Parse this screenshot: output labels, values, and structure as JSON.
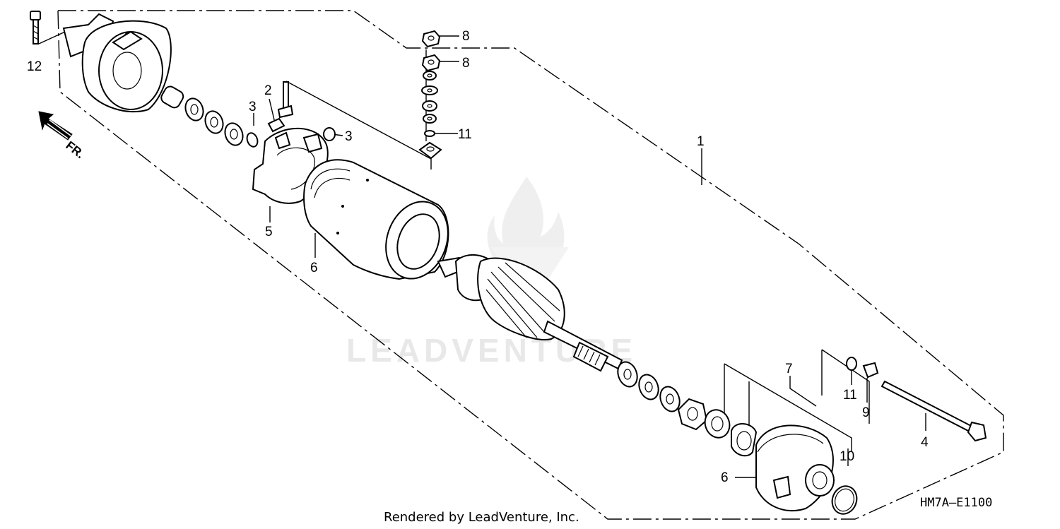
{
  "diagram": {
    "diagram_code": "HM7A—E1100",
    "credit": "Rendered by LeadVenture, Inc.",
    "watermark": "LEADVENTURE",
    "front_label": "FR.",
    "callouts": {
      "c1": "1",
      "c2": "2",
      "c3a": "3",
      "c3b": "3",
      "c4": "4",
      "c5": "5",
      "c6a": "6",
      "c6b": "6",
      "c7": "7",
      "c8a": "8",
      "c8b": "8",
      "c9": "9",
      "c10": "10",
      "c11a": "11",
      "c11b": "11",
      "c12": "12"
    }
  }
}
